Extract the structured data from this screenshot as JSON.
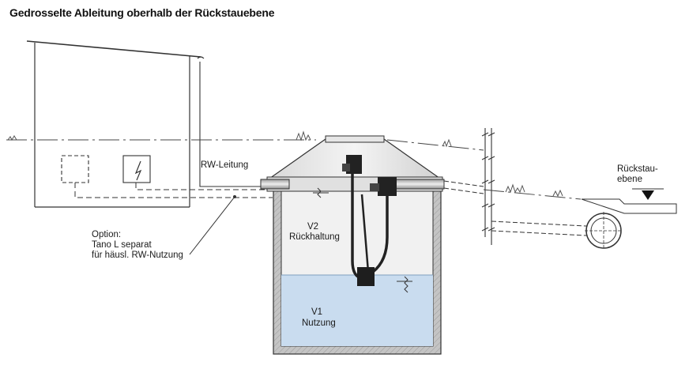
{
  "title": "Gedrosselte Ableitung oberhalb der Rückstauebene",
  "labels": {
    "rw_leitung": "RW-Leitung",
    "rueckstau_line1": "Rückstau-",
    "rueckstau_line2": "ebene",
    "option_line1": "Option:",
    "option_line2": "Tano L separat",
    "option_line3": "für häusl. RW-Nutzung",
    "v2_line1": "V2",
    "v2_line2": "Rückhaltung",
    "v1_line1": "V1",
    "v1_line2": "Nutzung"
  },
  "colors": {
    "water": "#c9dcef",
    "tank_wall": "#b3b3b3",
    "tank_inner": "#f1f1f1",
    "line": "#333333"
  }
}
